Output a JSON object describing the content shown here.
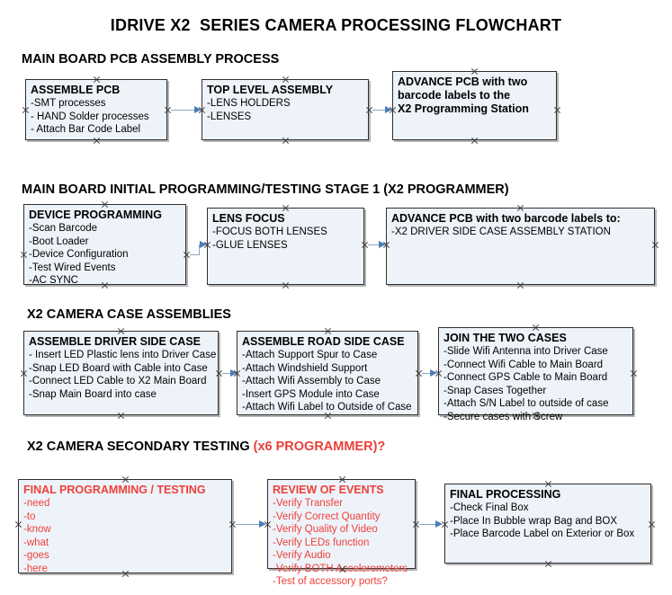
{
  "title": "IDRIVE X2  SERIES CAMERA PROCESSING FLOWCHART",
  "sections": [
    {
      "id": "main-board-pcb-assembly-process",
      "heading": "MAIN BOARD PCB ASSEMBLY PROCESS",
      "heading_accent": ""
    },
    {
      "id": "main-board-initial-programming",
      "heading": "MAIN BOARD INITIAL PROGRAMMING/TESTING STAGE 1 (X2 PROGRAMMER)",
      "heading_accent": ""
    },
    {
      "id": "x2-camera-case-assemblies",
      "heading": "X2 CAMERA CASE ASSEMBLIES",
      "heading_accent": ""
    },
    {
      "id": "x2-camera-secondary-testing",
      "heading": "X2 CAMERA SECONDARY TESTING ",
      "heading_accent": "(x6 PROGRAMMER)?"
    }
  ],
  "boxes": {
    "assemble_pcb": {
      "title": "ASSEMBLE PCB",
      "lines": [
        "-SMT processes",
        "- HAND Solder processes",
        "- Attach Bar Code Label"
      ]
    },
    "top_level_assembly": {
      "title": "TOP LEVEL ASSEMBLY",
      "lines": [
        "-LENS HOLDERS",
        "-LENSES"
      ]
    },
    "advance_pcb_station": {
      "title": "ADVANCE PCB with two",
      "lines": [
        "barcode labels to the",
        " X2 Programming Station"
      ]
    },
    "device_programming": {
      "title": "DEVICE PROGRAMMING",
      "lines": [
        "-Scan Barcode",
        "-Boot Loader",
        "-Device Configuration",
        "-Test Wired Events",
        "-AC SYNC"
      ]
    },
    "lens_focus": {
      "title": "LENS FOCUS",
      "lines": [
        "-FOCUS BOTH LENSES",
        "-GLUE LENSES"
      ]
    },
    "advance_pcb_driver": {
      "title": "ADVANCE PCB with two barcode labels to:",
      "lines": [
        "-X2 DRIVER  SIDE  CASE  ASSEMBLY STATION"
      ]
    },
    "assemble_driver_side_case": {
      "title": "ASSEMBLE DRIVER SIDE CASE",
      "lines": [
        "- Insert LED Plastic lens into Driver Case",
        "-Snap LED Board with Cable into Case",
        "-Connect LED Cable to X2 Main Board",
        "-Snap Main Board into case"
      ]
    },
    "assemble_road_side_case": {
      "title": "ASSEMBLE ROAD SIDE CASE",
      "lines": [
        "-Attach Support Spur to Case",
        "-Attach Windshield Support",
        "-Attach Wifi Assembly to Case",
        "-Insert GPS Module into Case",
        "-Attach Wifi Label to Outside of Case"
      ]
    },
    "join_the_two_cases": {
      "title": "JOIN THE TWO CASES",
      "lines": [
        "-Slide Wifi Antenna into Driver Case",
        "-Connect Wifi Cable to Main Board",
        "-Connect GPS Cable to Main Board",
        "-Snap Cases Together",
        "-Attach S/N Label to outside of case",
        "-Secure cases with Screw"
      ]
    },
    "final_programming_testing": {
      "title": "FINAL PROGRAMMING / TESTING",
      "lines": [
        "-need",
        "-to",
        "-know",
        "-what",
        "-goes",
        "-here"
      ]
    },
    "review_of_events": {
      "title": "REVIEW OF EVENTS",
      "lines": [
        "-Verify Transfer",
        "-Verify Correct Quantity",
        "-Verify Quality of Video",
        "-Verify LEDs function",
        "-Verify Audio",
        "-Verify BOTH Accelerometers",
        "-Test of accessory ports?"
      ]
    },
    "final_processing": {
      "title": "FINAL PROCESSING",
      "lines": [
        "-Check Final Box",
        "-Place In Bubble wrap Bag and BOX",
        "-Place Barcode Label on Exterior or Box"
      ]
    }
  },
  "colors": {
    "box_fill": "#eef3fa",
    "box_border": "#2f2f2f",
    "connector": "#8ba7c4",
    "arrow": "#4a7ebb",
    "accent_red": "#ef4038",
    "text": "#000000"
  }
}
